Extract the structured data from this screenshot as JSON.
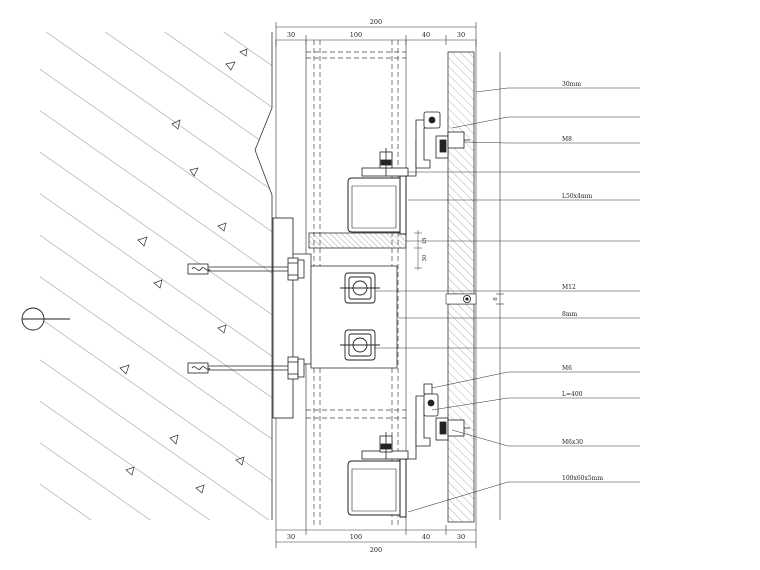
{
  "dims": {
    "total": "200",
    "a": "30",
    "b": "100",
    "c": "40",
    "d": "30",
    "small1": "15",
    "small2": "30"
  },
  "vertical_labels": [
    "",
    "8",
    ""
  ],
  "section_mark": {
    "title": "",
    "number": ""
  },
  "callouts": [
    {
      "text": "30mm"
    },
    {
      "text": ""
    },
    {
      "text": "M8"
    },
    {
      "text": ""
    },
    {
      "text": "L50x4mm"
    },
    {
      "text": ""
    },
    {
      "text": "M12"
    },
    {
      "text": "8mm"
    },
    {
      "text": ""
    },
    {
      "text": "M6"
    },
    {
      "text": "L=400"
    },
    {
      "text": "M6x30"
    },
    {
      "text": "100x60x5mm"
    }
  ]
}
